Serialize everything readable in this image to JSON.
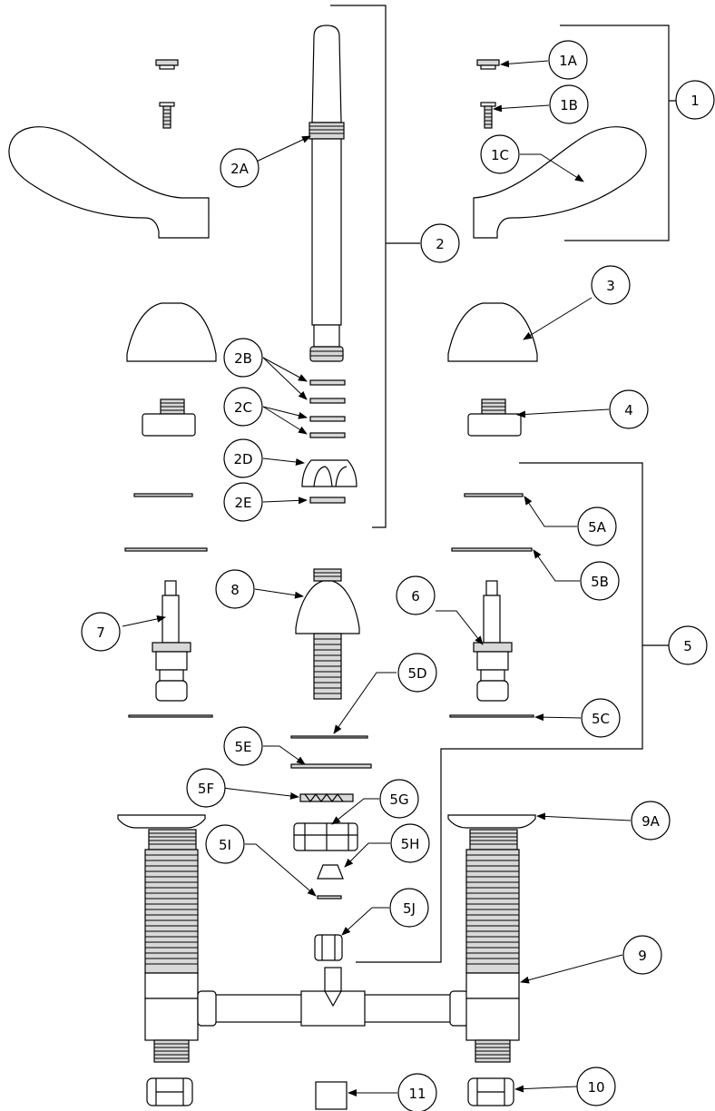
{
  "callouts": [
    {
      "id": "c1",
      "label": "1"
    },
    {
      "id": "c1A",
      "label": "1A"
    },
    {
      "id": "c1B",
      "label": "1B"
    },
    {
      "id": "c1C",
      "label": "1C"
    },
    {
      "id": "c2",
      "label": "2"
    },
    {
      "id": "c2A",
      "label": "2A"
    },
    {
      "id": "c2B",
      "label": "2B"
    },
    {
      "id": "c2C",
      "label": "2C"
    },
    {
      "id": "c2D",
      "label": "2D"
    },
    {
      "id": "c2E",
      "label": "2E"
    },
    {
      "id": "c3",
      "label": "3"
    },
    {
      "id": "c4",
      "label": "4"
    },
    {
      "id": "c5",
      "label": "5"
    },
    {
      "id": "c5A",
      "label": "5A"
    },
    {
      "id": "c5B",
      "label": "5B"
    },
    {
      "id": "c5C",
      "label": "5C"
    },
    {
      "id": "c5D",
      "label": "5D"
    },
    {
      "id": "c5E",
      "label": "5E"
    },
    {
      "id": "c5F",
      "label": "5F"
    },
    {
      "id": "c5G",
      "label": "5G"
    },
    {
      "id": "c5H",
      "label": "5H"
    },
    {
      "id": "c5I",
      "label": "5I"
    },
    {
      "id": "c5J",
      "label": "5J"
    },
    {
      "id": "c6",
      "label": "6"
    },
    {
      "id": "c7",
      "label": "7"
    },
    {
      "id": "c8",
      "label": "8"
    },
    {
      "id": "c9",
      "label": "9"
    },
    {
      "id": "c9A",
      "label": "9A"
    },
    {
      "id": "c10",
      "label": "10"
    },
    {
      "id": "c11",
      "label": "11"
    }
  ]
}
